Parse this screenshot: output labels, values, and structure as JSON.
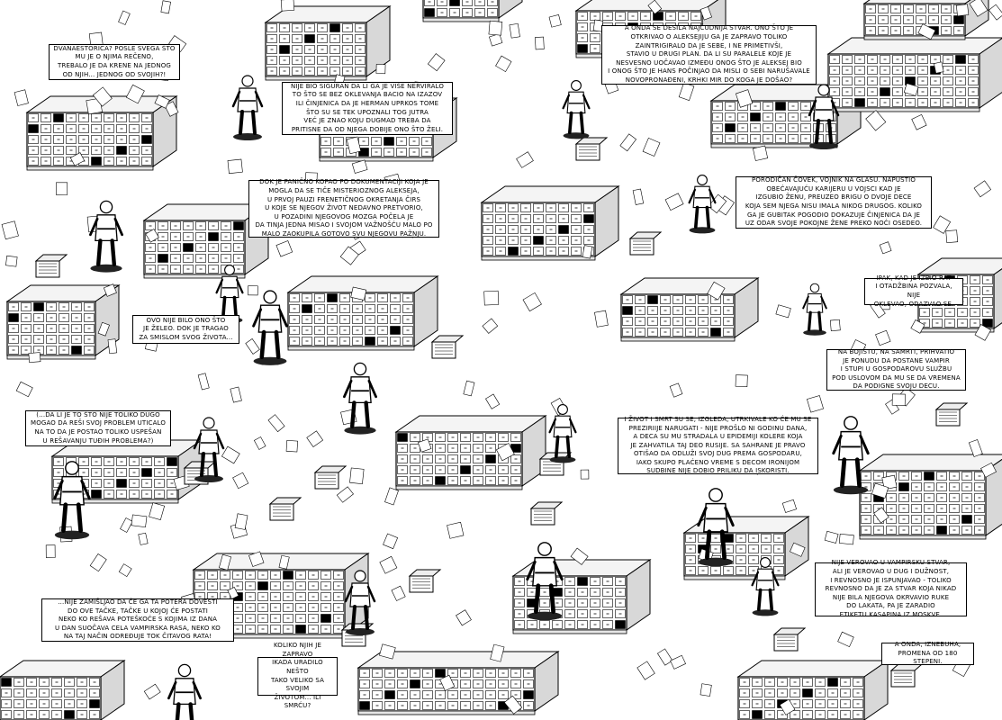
{
  "page": {
    "background": "#ffffff",
    "ink": "#000000"
  },
  "artwork": {
    "subject": "archive-room-scene",
    "elements": [
      "filing-cabinet",
      "soldier-figure",
      "scattered-papers",
      "cardboard-box"
    ]
  },
  "captions": [
    {
      "id": "c01",
      "text": "Dvanaestorica? Posle svega što\nmu je o njima rečeno,\ntrebalo je da krene na jednog\nod njih... jednog od svojih?!"
    },
    {
      "id": "c02",
      "text": "Nije bio siguran da li ga je više nerviralo\nto što se bez oklevanja bacio na izazov\nili činjenica da je Herman uprkos tome\nšto su se tek upoznali tog jutra\nveć je znao koju dugmad treba da\npritisne da od njega dobije ono što želi."
    },
    {
      "id": "c03",
      "text": "A onda se desila najčudnija stvar. Ono što je\notkrivao o Aleksejiju ga je zapravo toliko\nzaintrigiralo da je sebe, i ne primetivši,\nstavio u drugi plan. Da li su paralele koje je\nnesvesno uočavao između onog što je Aleksej bio\ni onog što je Hans počinjao da misli o sebi narušavale\nnovopronađeni, krhki mir do koga je došao?"
    },
    {
      "id": "c04",
      "text": "Dok je panično kopao po dokumentaciji koja je\nmogla da se tiče misterioznog Alekseja,\nu prvoj pauzi frenetičnog okretanja čirs\nu koje se njegov život nedavno pretvorio,\nu pozadini njegovog mozga počela je\nda tinja jedna misao i svojom važnošću malo po\nmalo zaokupila gotovo svu njegovu pažnju."
    },
    {
      "id": "c05",
      "text": "Porodičan čovek, vojnik na glasu. Napustio\nobećavajuću karijeru u vojsci kad je\nizgubio ženu, preuzeo brigu o dvoje dece\nkoja sem njega nisu imala nikog drugog. Koliko\nga je gubitak pogodio dokazuje činjenica da je\nuz odar svoje pokojne žene preko noći osedeo."
    },
    {
      "id": "c06",
      "text": "Ovo nije bilo ono što\nje želeo. Dok je tragao\nza smislom svog života..."
    },
    {
      "id": "c07",
      "text": "Ipak, kad je izbio rat\ni otadžbina pozvala, nije\noklevao, odazvao se."
    },
    {
      "id": "c08",
      "text": "Na bojištu, na samrti, prihvatio\nje ponudu da postane vampir\ni stupi u gospodarovu službu\npod uslovom da mu se da vremena\nda podigne svoju decu."
    },
    {
      "id": "c09",
      "text": "(...da li je to što nije toliko dugo\nmogao da reši svoj problem uticalo\nna to da je postao toliko uspešan\nu rešavanju tuđih problema?)"
    },
    {
      "id": "c10",
      "text": "I život i smrt su se, izgleda, utrkivale ko će mu se\npreziriije narugati - nije prošlo ni godinu dana,\na deca su mu stradala u epidemiji kolere koja\nje zahvatila taj deo Rusije. Sa sahrane je pravo\notišao da odluži svoj dug prema gospodaru,\niako skupo plaćeno vreme s decom ironijom\nsudbine nije dobio priliku da iskoristi."
    },
    {
      "id": "c11",
      "text": "Nije verovao u vampirsku stvar,\nali je verovao u dug i dužnost,\ni revnosno je ispunjavao - toliko\nrevnosno da je za stvar koja nikad\nnije bila njegova okrvavio ruke\ndo lakata, pa je zaradio\netiketu Kasapina iz Moskve."
    },
    {
      "id": "c12",
      "text": "...nije zamišljao da će ga ta potera dovesti\ndo ove tačke, tačke u kojoj će postati\nneko ko rešava poteškoće s kojima iz dana\nu dan suočava cela vampirska rasa, neko ko\nna taj način određuje tok čitavog rata!"
    },
    {
      "id": "c13",
      "text": "A onda, iznebuha,\npromena od 180 stepeni."
    },
    {
      "id": "c14",
      "text": "Koliko njih je zapravo\nikada uradilo nešto\ntako veliko sa svojim\nživotom... ili smrću?"
    }
  ]
}
